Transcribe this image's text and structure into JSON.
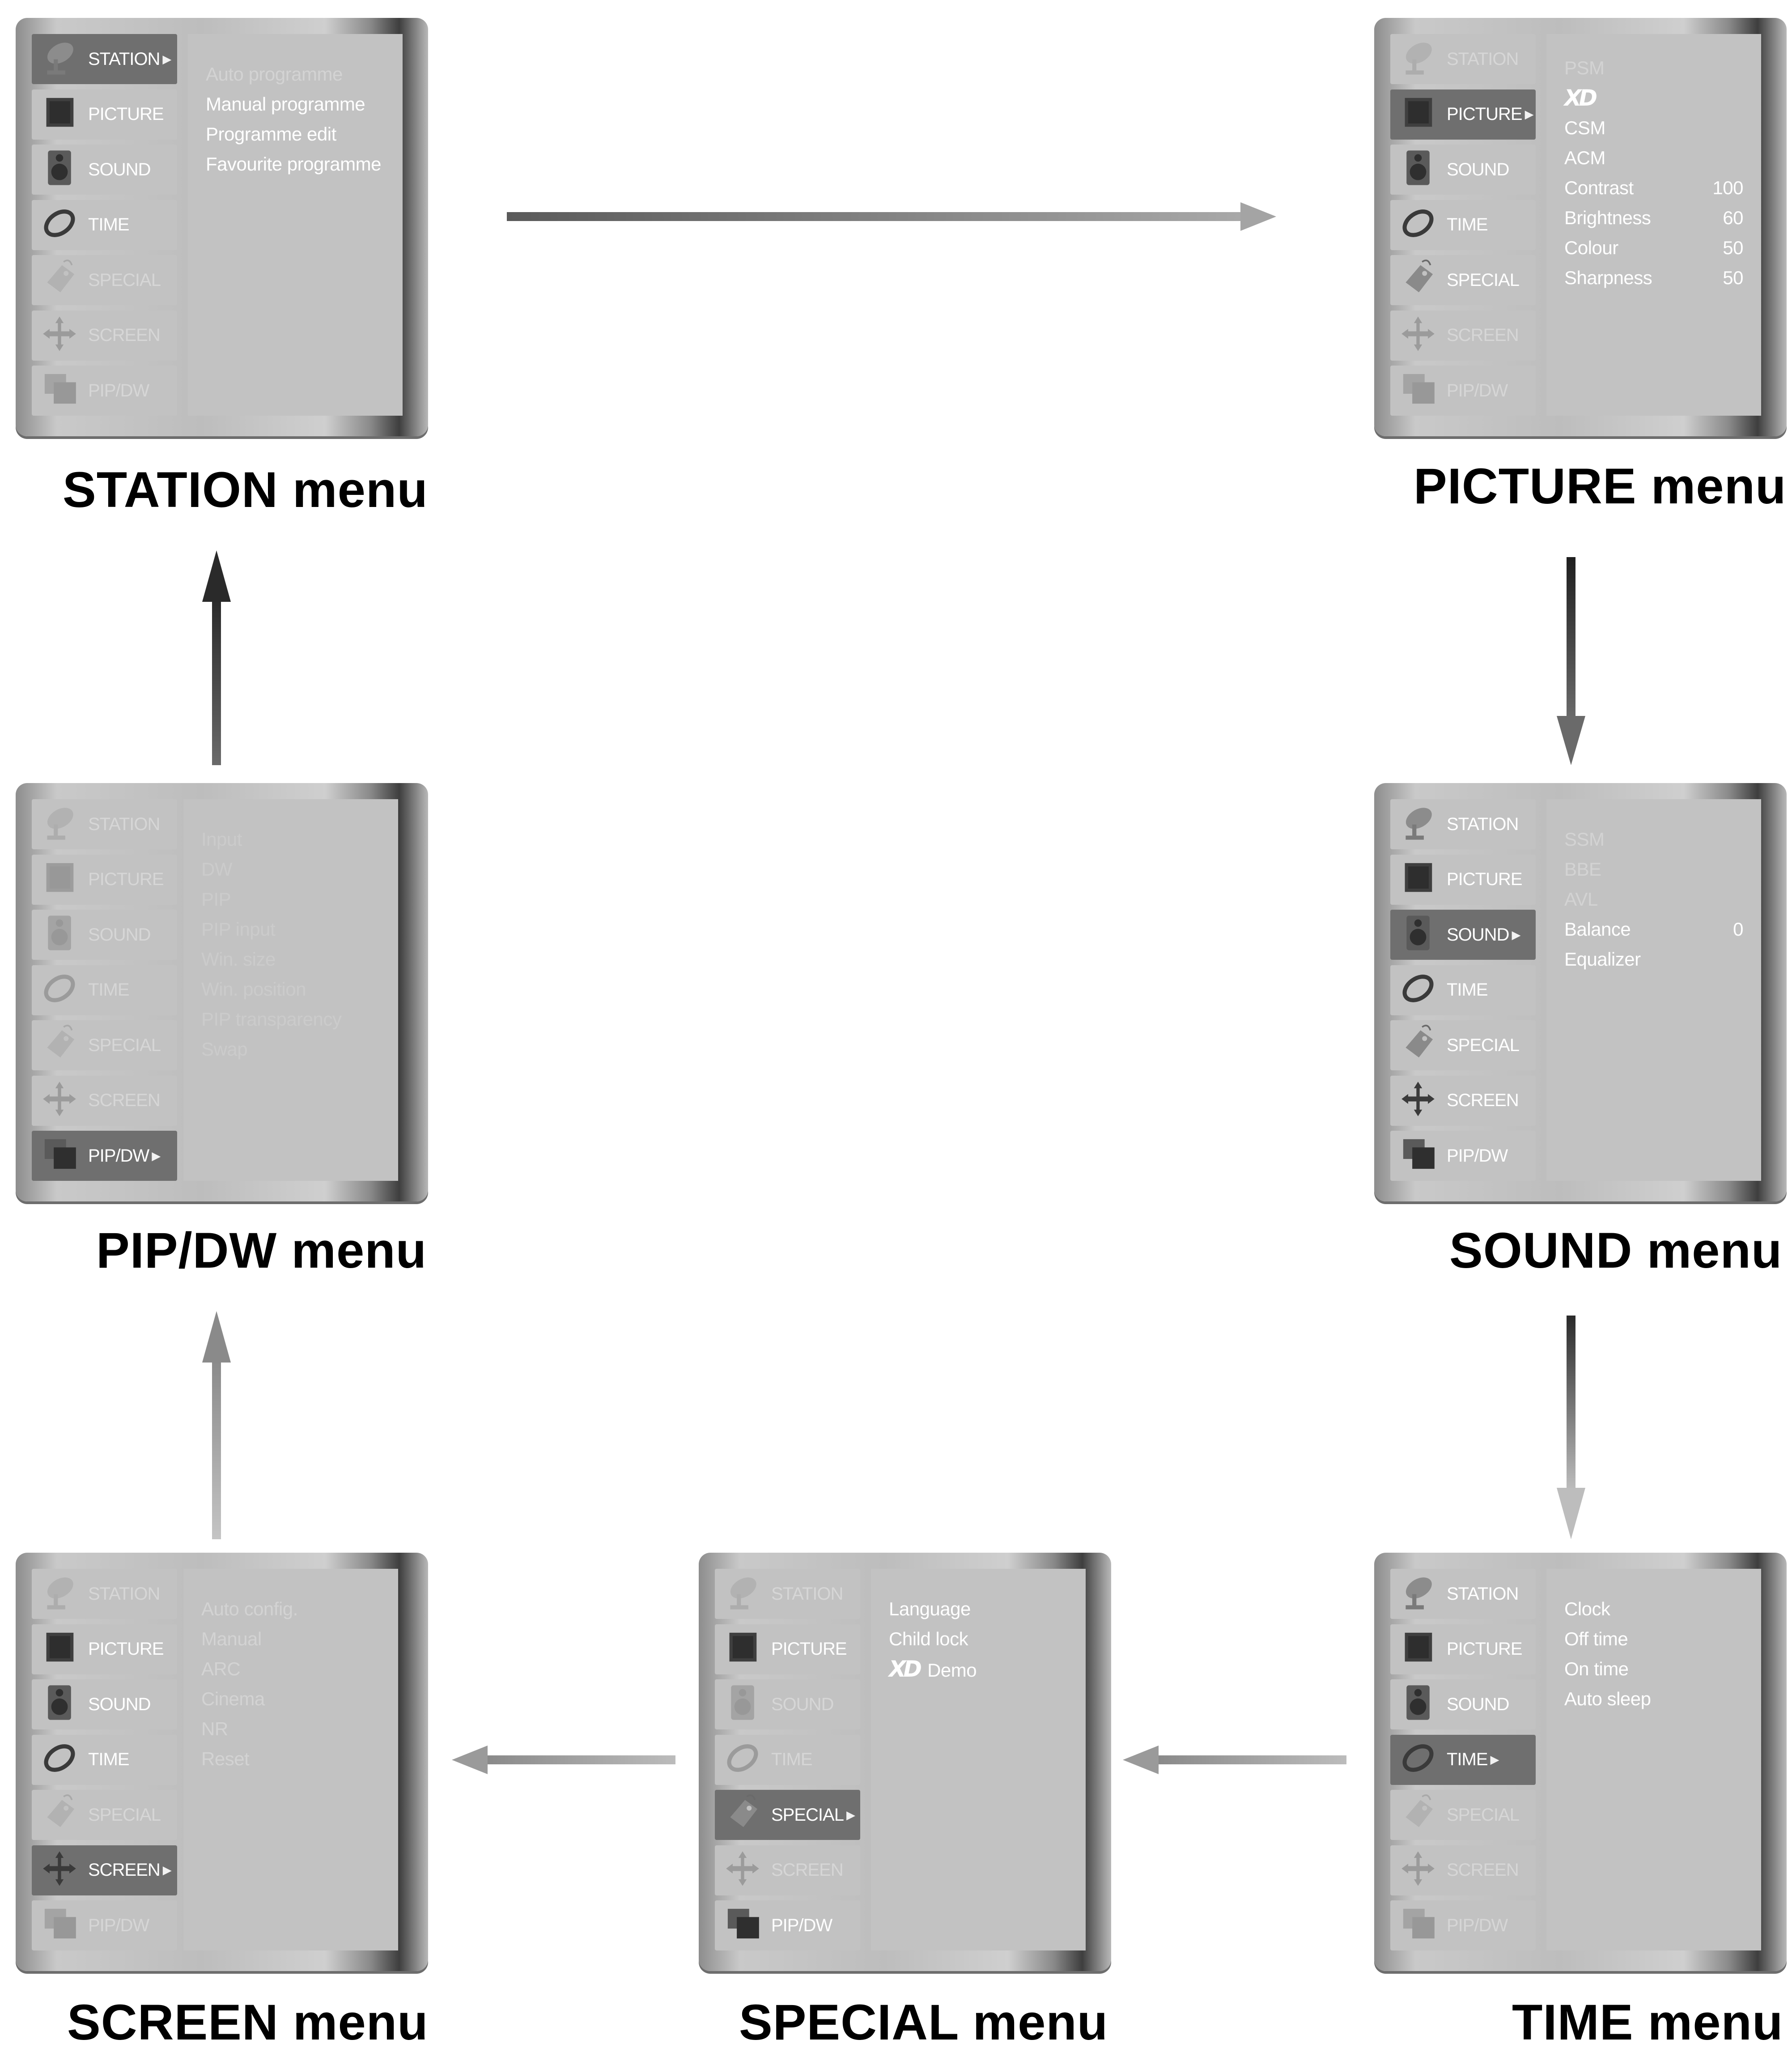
{
  "nav_labels": {
    "station": "STATION",
    "picture": "PICTURE",
    "sound": "SOUND",
    "time": "TIME",
    "special": "SPECIAL",
    "screen": "SCREEN",
    "pipdw": "PIP/DW"
  },
  "panels": {
    "station": {
      "caption": "STATION menu",
      "active": "station",
      "items": [
        "Auto programme",
        "Manual programme",
        "Programme edit",
        "Favourite programme"
      ]
    },
    "picture": {
      "caption": "PICTURE menu",
      "active": "picture",
      "items": [
        {
          "label": "PSM",
          "value": ""
        },
        {
          "label": "XD",
          "value": ""
        },
        {
          "label": "CSM",
          "value": ""
        },
        {
          "label": "ACM",
          "value": ""
        },
        {
          "label": "Contrast",
          "value": "100"
        },
        {
          "label": "Brightness",
          "value": "60"
        },
        {
          "label": "Colour",
          "value": "50"
        },
        {
          "label": "Sharpness",
          "value": "50"
        }
      ]
    },
    "sound": {
      "caption": "SOUND menu",
      "active": "sound",
      "items": [
        {
          "label": "SSM",
          "value": ""
        },
        {
          "label": "BBE",
          "value": ""
        },
        {
          "label": "AVL",
          "value": ""
        },
        {
          "label": "Balance",
          "value": "0"
        },
        {
          "label": "Equalizer",
          "value": ""
        }
      ]
    },
    "time": {
      "caption": "TIME menu",
      "active": "time",
      "items": [
        "Clock",
        "Off time",
        "On time",
        "Auto sleep"
      ]
    },
    "special": {
      "caption": "SPECIAL menu",
      "active": "special",
      "items": [
        "Language",
        "Child lock"
      ],
      "xd_demo": {
        "logo": "XD",
        "label": "Demo"
      }
    },
    "screen": {
      "caption": "SCREEN menu",
      "active": "screen",
      "items": [
        "Auto config.",
        "Manual",
        "ARC",
        "Cinema",
        "NR",
        "Reset"
      ]
    },
    "pipdw": {
      "caption": "PIP/DW menu",
      "active": "pipdw",
      "items": [
        "Input",
        "DW",
        "PIP",
        "PIP input",
        "Win. size",
        "Win. position",
        "PIP transparency",
        "Swap"
      ]
    }
  },
  "icons": [
    "satellite-dish-icon",
    "picture-frame-icon",
    "speaker-icon",
    "clock-icon",
    "tag-icon",
    "move-cross-icon",
    "pip-windows-icon"
  ]
}
